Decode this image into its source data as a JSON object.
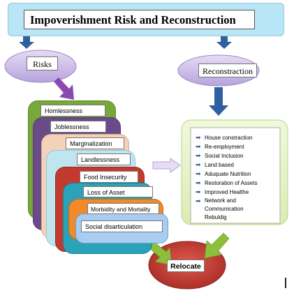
{
  "title": "Impoverishment Risk and Reconstruction",
  "risks_label": "Risks",
  "reconstruction_label": "Reconstraction",
  "relocate_label": "Relocate",
  "risk_items": [
    "Homlessness",
    "Joblessness",
    "Marginalization",
    "Landlessness",
    "Food Insecurity",
    "Loss of Asset",
    "Morbidity and Mortality",
    "Social disarticulation"
  ],
  "reconstruction_items": [
    "House constraction",
    "Re-employment",
    "Social Inclusion",
    "Land based",
    "Aduquate Nutrition",
    "Restoration of Assets",
    "Improved Healthe",
    "Network and Communication Rebuldig"
  ],
  "colors": {
    "title_bg": "#b9e6f6",
    "arrow_blue": "#2f5f9e",
    "oval_purple": "#c9b8e6",
    "risk_layers": [
      "#78a83c",
      "#6b4a8a",
      "#f4d2b8",
      "#bfe6f0",
      "#c23a2e",
      "#2aa3b8",
      "#f08a2a",
      "#9ec4ea"
    ],
    "recon_panel": "#e6f2c6",
    "relocate_fill": "#c8403a",
    "green_arrow": "#8cbf3a",
    "purple_arrow": "#8a4ab2"
  }
}
